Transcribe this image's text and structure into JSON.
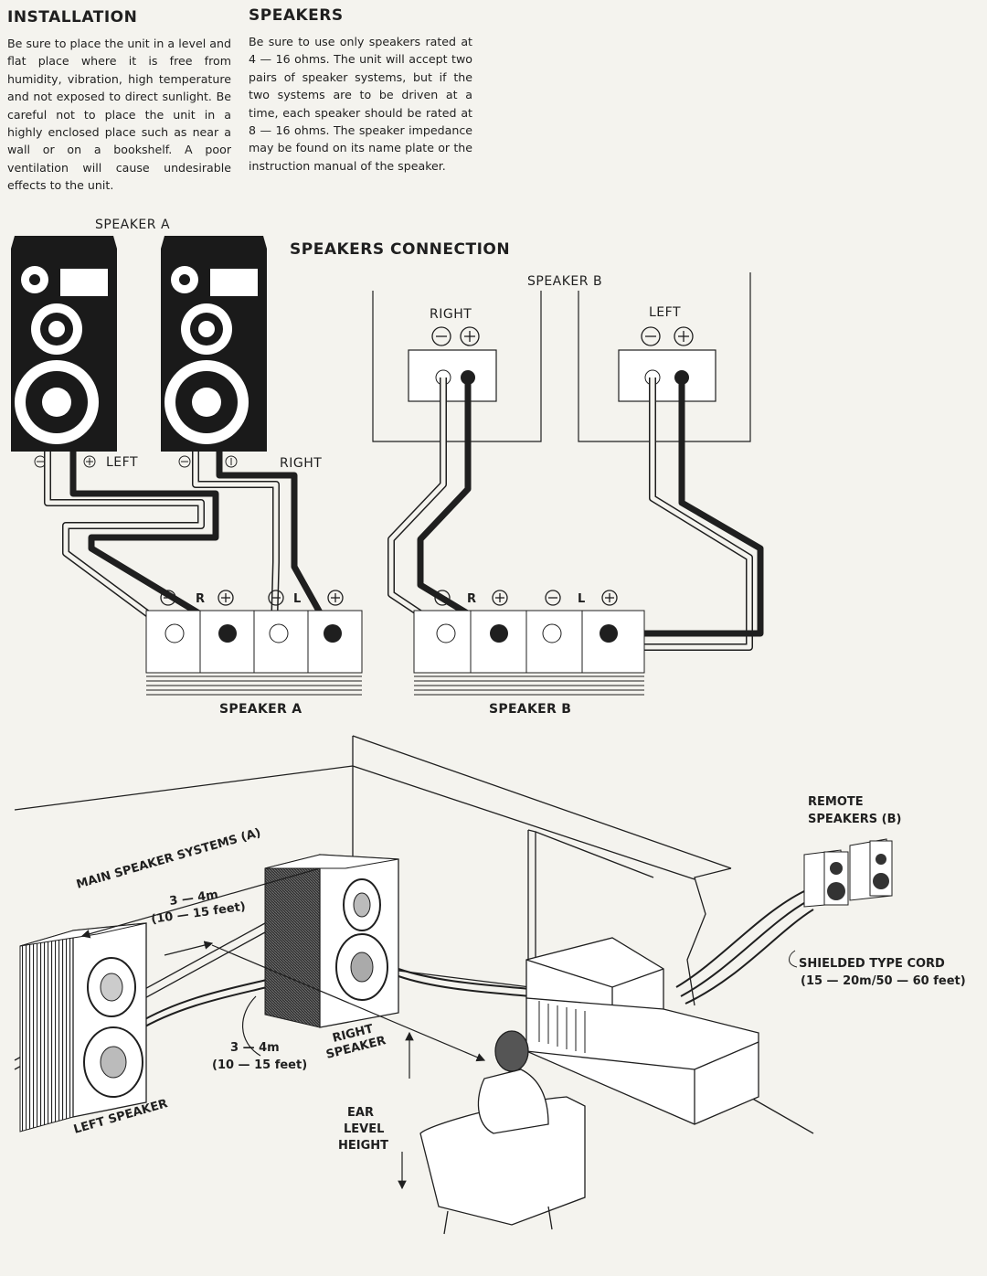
{
  "installation": {
    "heading": "INSTALLATION",
    "body": "Be sure to place the unit in a level and flat place where it is free from humidity, vibration, high temperature and not exposed to direct sunlight. Be careful not to place the unit in a highly enclosed place such as near a wall or on a bookshelf. A poor ventilation will cause undesirable effects to the unit."
  },
  "speakers": {
    "heading": "SPEAKERS",
    "body": "Be sure to use only speakers rated at 4 — 16 ohms. The unit will accept two pairs of speaker systems, but if the two systems are to be driven at a time, each speaker should be rated at 8 — 16 ohms. The speaker impedance may be found on its name plate or the instruction manual of the speaker."
  },
  "connection": {
    "title": "SPEAKERS CONNECTION",
    "speaker_a_label": "SPEAKER A",
    "speaker_a_left": "LEFT",
    "speaker_a_right": "RIGHT",
    "speaker_b_label": "SPEAKER B",
    "speaker_b_right": "RIGHT",
    "speaker_b_left": "LEFT",
    "terminal_r": "R",
    "terminal_l": "L",
    "block_a_label": "SPEAKER A",
    "block_b_label": "SPEAKER B"
  },
  "room": {
    "main_systems": "MAIN SPEAKER SYSTEMS (A)",
    "dist_top_1": "3 — 4m",
    "dist_top_2": "(10 — 15 feet)",
    "dist_bottom_1": "3 — 4m",
    "dist_bottom_2": "(10 — 15 feet)",
    "right_speaker_1": "RIGHT",
    "right_speaker_2": "SPEAKER",
    "left_speaker": "LEFT SPEAKER",
    "ear_1": "EAR",
    "ear_2": "LEVEL",
    "ear_3": "HEIGHT",
    "remote_1": "REMOTE",
    "remote_2": "SPEAKERS (B)",
    "cord_1": "SHIELDED TYPE CORD",
    "cord_2": "(15 — 20m/50 — 60 feet)"
  }
}
